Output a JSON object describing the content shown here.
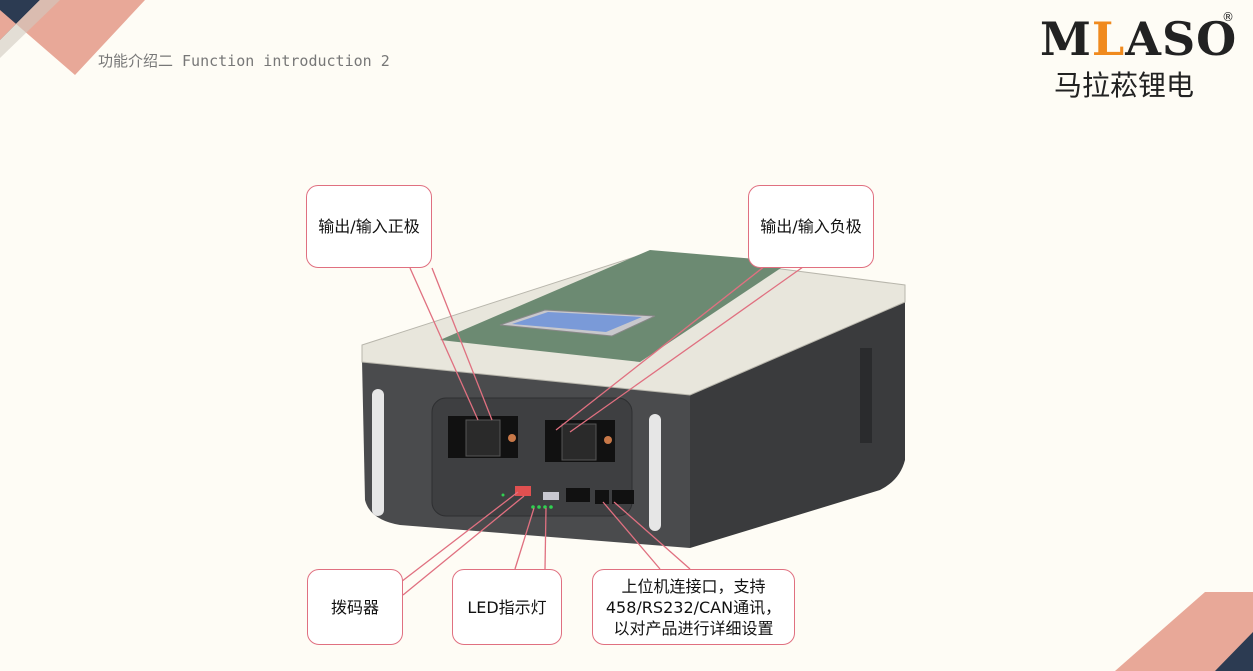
{
  "page": {
    "title": "功能介绍二 Function introduction 2"
  },
  "logo": {
    "brand_part1": "M",
    "brand_accent": "L",
    "brand_part2": "ASO",
    "registered": "®",
    "chinese_name": "马拉菘锂电",
    "colors": {
      "text": "#222222",
      "accent": "#f08a1e"
    }
  },
  "callouts": {
    "positive": "输出/输入正极",
    "negative": "输出/输入负极",
    "dip_switch": "拨码器",
    "led": "LED指示灯",
    "port": "上位机连接口，支持458/RS232/CAN通讯，以对产品进行详细设置"
  },
  "colors": {
    "background": "#fefcf5",
    "corner_dark": "#2c3b52",
    "corner_salmon": "#e8a898",
    "callout_border": "#e07080",
    "battery_body": "#4a4b4d",
    "battery_top": "#e8e6dc",
    "battery_lid": "#6c8a72"
  }
}
